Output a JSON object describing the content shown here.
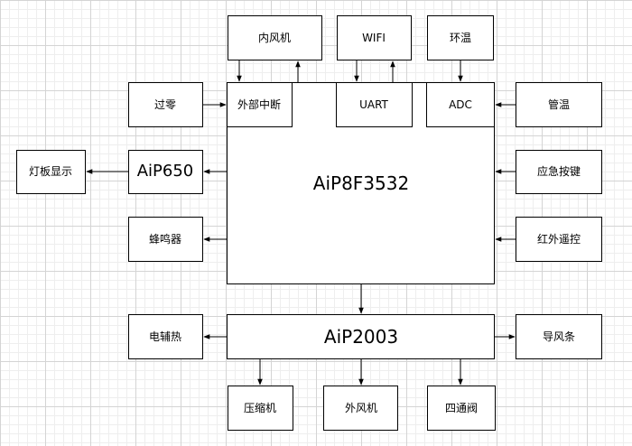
{
  "diagram": {
    "nodes": {
      "inner_fan": "内风机",
      "wifi": "WIFI",
      "ambient_temp": "环温",
      "zero_cross": "过零",
      "ext_interrupt": "外部中断",
      "uart": "UART",
      "adc": "ADC",
      "pipe_temp": "管温",
      "panel_display": "灯板显示",
      "aip650": "AiP650",
      "mcu": "AiP8F3532",
      "emergency_key": "应急按键",
      "buzzer": "蜂鸣器",
      "ir_remote": "红外遥控",
      "electric_heater": "电辅热",
      "aip2003": "AiP2003",
      "louver": "导风条",
      "compressor": "压缩机",
      "outer_fan": "外风机",
      "four_way_valve": "四通阀"
    }
  }
}
